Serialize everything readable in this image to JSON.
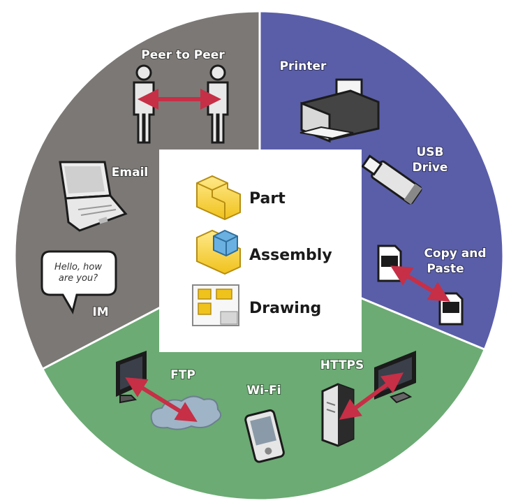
{
  "segments": {
    "gray": {
      "color": "#7b7876",
      "items": {
        "peer": "Peer to Peer",
        "email": "Email",
        "im": "IM",
        "im_bubble_line1": "Hello, how",
        "im_bubble_line2": "are you?"
      }
    },
    "blue": {
      "color": "#5a5ea8",
      "items": {
        "printer": "Printer",
        "usb_line1": "USB",
        "usb_line2": "Drive",
        "copy_line1": "Copy and",
        "copy_line2": "Paste"
      }
    },
    "green": {
      "color": "#6cab74",
      "items": {
        "ftp": "FTP",
        "wifi": "Wi-Fi",
        "https": "HTTPS"
      }
    }
  },
  "center": {
    "items": [
      "Part",
      "Assembly",
      "Drawing"
    ]
  },
  "arrow_color": "#c62f46"
}
